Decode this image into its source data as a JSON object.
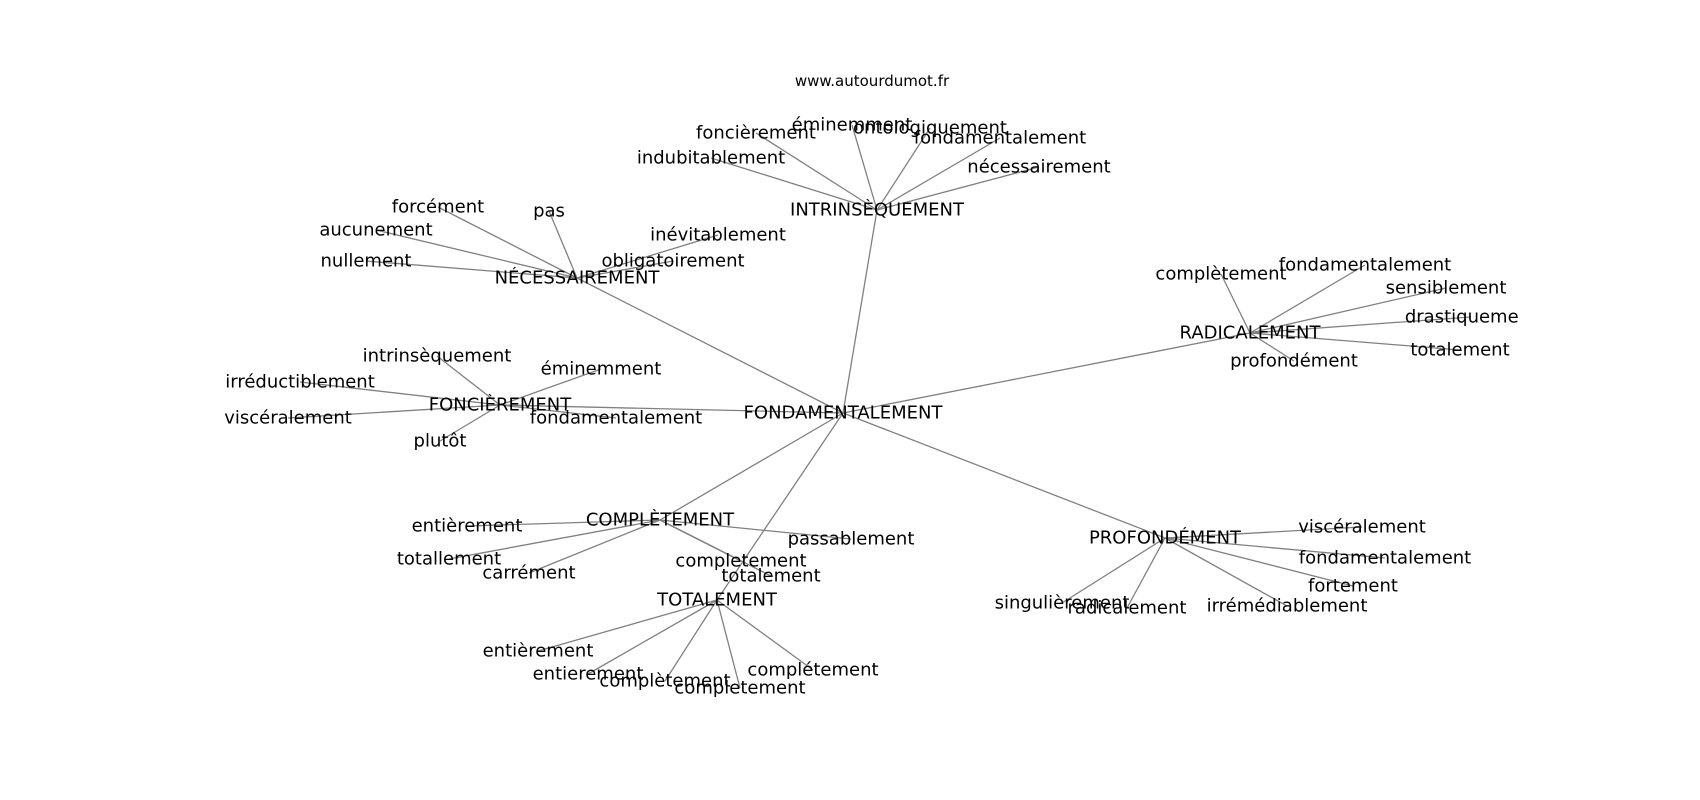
{
  "watermark": "www.autourdumot.fr",
  "style": {
    "edge_color": "#808080",
    "text_color": "#000000",
    "background": "#ffffff"
  },
  "nodes": [
    {
      "id": "root",
      "label": "FONDAMENTALEMENT"
    },
    {
      "id": "int",
      "label": "INTRINSÈQUEMENT"
    },
    {
      "id": "nec",
      "label": "NÉCESSAIREMENT"
    },
    {
      "id": "fon",
      "label": "FONCIÈREMENT"
    },
    {
      "id": "rad",
      "label": "RADICALEMENT"
    },
    {
      "id": "com",
      "label": "COMPLÈTEMENT"
    },
    {
      "id": "tot",
      "label": "TOTALEMENT"
    },
    {
      "id": "pro",
      "label": "PROFONDÉMENT"
    },
    {
      "id": "int1",
      "label": "foncièrement"
    },
    {
      "id": "int2",
      "label": "éminemment"
    },
    {
      "id": "int3",
      "label": "ontologiquement"
    },
    {
      "id": "int4",
      "label": "fondamentalement"
    },
    {
      "id": "int5",
      "label": "nécessairement"
    },
    {
      "id": "int6",
      "label": "indubitablement"
    },
    {
      "id": "nec1",
      "label": "forcément"
    },
    {
      "id": "nec2",
      "label": "pas"
    },
    {
      "id": "nec3",
      "label": "aucunement"
    },
    {
      "id": "nec4",
      "label": "nullement"
    },
    {
      "id": "nec5",
      "label": "inévitablement"
    },
    {
      "id": "nec6",
      "label": "obligatoirement"
    },
    {
      "id": "fon1",
      "label": "intrinsèquement"
    },
    {
      "id": "fon2",
      "label": "irréductiblement"
    },
    {
      "id": "fon3",
      "label": "viscéralement"
    },
    {
      "id": "fon4",
      "label": "plutôt"
    },
    {
      "id": "fon5",
      "label": "éminemment"
    },
    {
      "id": "fon6",
      "label": "fondamentalement"
    },
    {
      "id": "rad1",
      "label": "complètement"
    },
    {
      "id": "rad2",
      "label": "fondamentalement"
    },
    {
      "id": "rad3",
      "label": "sensiblement"
    },
    {
      "id": "rad4",
      "label": "drastiquement"
    },
    {
      "id": "rad5",
      "label": "totalement"
    },
    {
      "id": "rad6",
      "label": "profondément"
    },
    {
      "id": "com1",
      "label": "entièrement"
    },
    {
      "id": "com2",
      "label": "totallement"
    },
    {
      "id": "com3",
      "label": "carrément"
    },
    {
      "id": "com4",
      "label": "passablement"
    },
    {
      "id": "com5",
      "label": "completement"
    },
    {
      "id": "com6",
      "label": "totalement"
    },
    {
      "id": "tot1",
      "label": "entièrement"
    },
    {
      "id": "tot2",
      "label": "entierement"
    },
    {
      "id": "tot3",
      "label": "complètement"
    },
    {
      "id": "tot4",
      "label": "completement"
    },
    {
      "id": "tot5",
      "label": "complétement"
    },
    {
      "id": "pro1",
      "label": "viscéralement"
    },
    {
      "id": "pro2",
      "label": "fondamentalement"
    },
    {
      "id": "pro3",
      "label": "fortement"
    },
    {
      "id": "pro4",
      "label": "irrémédiablement"
    },
    {
      "id": "pro5",
      "label": "radicalement"
    },
    {
      "id": "pro6",
      "label": "singulièrement"
    }
  ],
  "edges": [
    [
      "root",
      "int"
    ],
    [
      "root",
      "nec"
    ],
    [
      "root",
      "fon"
    ],
    [
      "root",
      "rad"
    ],
    [
      "root",
      "com"
    ],
    [
      "root",
      "tot"
    ],
    [
      "root",
      "pro"
    ],
    [
      "int",
      "int1"
    ],
    [
      "int",
      "int2"
    ],
    [
      "int",
      "int3"
    ],
    [
      "int",
      "int4"
    ],
    [
      "int",
      "int5"
    ],
    [
      "int",
      "int6"
    ],
    [
      "nec",
      "nec1"
    ],
    [
      "nec",
      "nec2"
    ],
    [
      "nec",
      "nec3"
    ],
    [
      "nec",
      "nec4"
    ],
    [
      "nec",
      "nec5"
    ],
    [
      "nec",
      "nec6"
    ],
    [
      "fon",
      "fon1"
    ],
    [
      "fon",
      "fon2"
    ],
    [
      "fon",
      "fon3"
    ],
    [
      "fon",
      "fon4"
    ],
    [
      "fon",
      "fon5"
    ],
    [
      "fon",
      "fon6"
    ],
    [
      "rad",
      "rad1"
    ],
    [
      "rad",
      "rad2"
    ],
    [
      "rad",
      "rad3"
    ],
    [
      "rad",
      "rad4"
    ],
    [
      "rad",
      "rad5"
    ],
    [
      "rad",
      "rad6"
    ],
    [
      "com",
      "com1"
    ],
    [
      "com",
      "com2"
    ],
    [
      "com",
      "com3"
    ],
    [
      "com",
      "com4"
    ],
    [
      "com",
      "com5"
    ],
    [
      "com",
      "com6"
    ],
    [
      "tot",
      "tot1"
    ],
    [
      "tot",
      "tot2"
    ],
    [
      "tot",
      "tot3"
    ],
    [
      "tot",
      "tot4"
    ],
    [
      "tot",
      "tot5"
    ],
    [
      "pro",
      "pro1"
    ],
    [
      "pro",
      "pro2"
    ],
    [
      "pro",
      "pro3"
    ],
    [
      "pro",
      "pro4"
    ],
    [
      "pro",
      "pro5"
    ],
    [
      "pro",
      "pro6"
    ]
  ]
}
